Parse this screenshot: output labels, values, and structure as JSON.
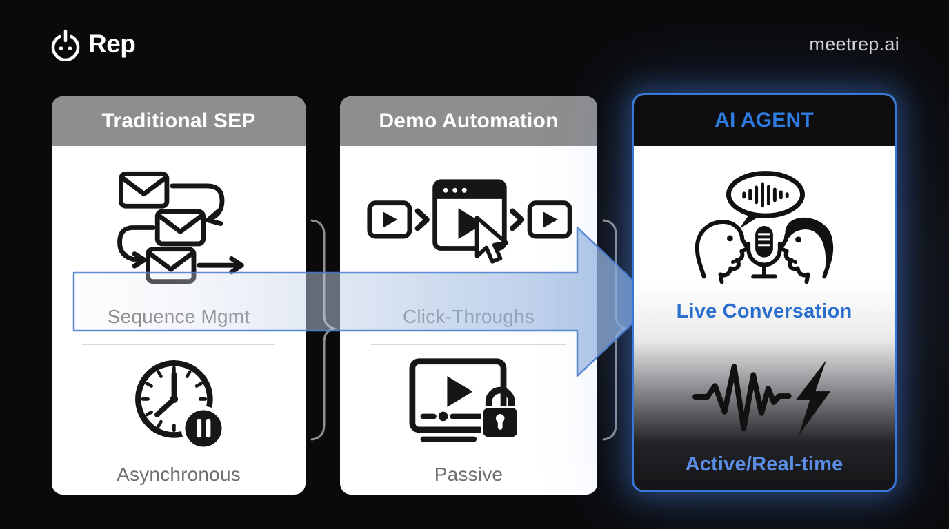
{
  "brand": {
    "logo_text": "Rep",
    "logo_icon": "power-logo-icon",
    "site": "meetrep.ai"
  },
  "cards": [
    {
      "id": "traditional-sep",
      "title": "Traditional SEP",
      "top_icon": "email-sequence-icon",
      "top_label": "Sequence Mgmt",
      "bottom_icon": "clock-pause-icon",
      "bottom_label": "Asynchronous",
      "highlighted": false
    },
    {
      "id": "demo-automation",
      "title": "Demo Automation",
      "top_icon": "video-clickthrough-icon",
      "top_label": "Click-Throughs",
      "bottom_icon": "locked-video-icon",
      "bottom_label": "Passive",
      "highlighted": false
    },
    {
      "id": "ai-agent",
      "title": "AI AGENT",
      "top_icon": "conversation-icon",
      "top_label": "Live Conversation",
      "bottom_icon": "waveform-bolt-icon",
      "bottom_label": "Active/Real-time",
      "highlighted": true
    }
  ],
  "graphics": {
    "flow_arrow": "flow-arrow pointing right into AI AGENT card",
    "connectors": "brace-connector between cards"
  },
  "colors": {
    "background": "#0a0a0b",
    "card_background": "#ffffff",
    "card_header_gray": "#8e8e8e",
    "label_gray": "#6f6f6f",
    "ai_header_background": "#0e0e10",
    "accent_blue": "#2e7be0",
    "accent_blue_light": "#5b8ee6",
    "arrow_blue": "#4b80d0",
    "icon_black": "#161616"
  }
}
